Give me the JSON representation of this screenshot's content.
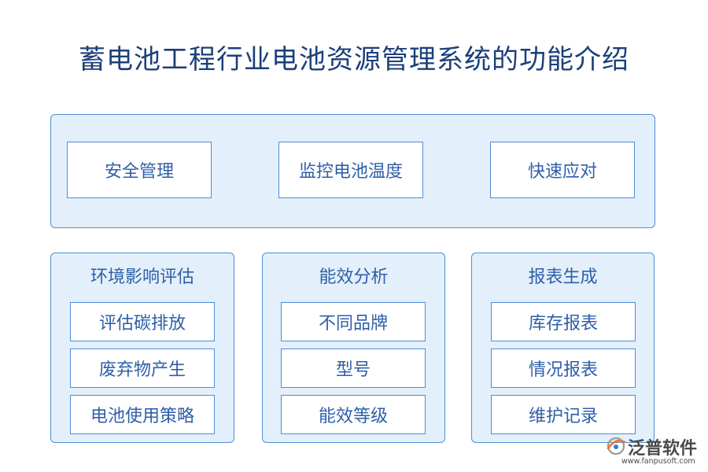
{
  "title": "蓄电池工程行业电池资源管理系统的功能介绍",
  "top_panel": {
    "items": [
      "安全管理",
      "监控电池温度",
      "快速应对"
    ]
  },
  "groups": [
    {
      "title": "环境影响评估",
      "items": [
        "评估碳排放",
        "废弃物产生",
        "电池使用策略"
      ]
    },
    {
      "title": "能效分析",
      "items": [
        "不同品牌",
        "型号",
        "能效等级"
      ]
    },
    {
      "title": "报表生成",
      "items": [
        "库存报表",
        "情况报表",
        "维护记录"
      ]
    }
  ],
  "logo": {
    "name": "泛普软件",
    "url": "www.fanpusoft.com"
  },
  "colors": {
    "border": "#4d8fd6",
    "panel_fill": "#e3effa",
    "text": "#2f5fa8",
    "title": "#1c3f7a"
  }
}
